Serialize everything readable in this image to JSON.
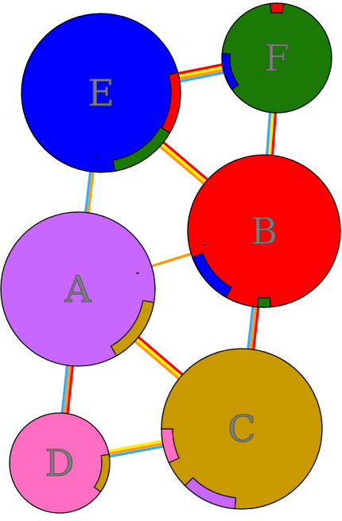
{
  "diagram": {
    "nodes": [
      {
        "id": "E",
        "label": "E",
        "color": "#0000ff"
      },
      {
        "id": "F",
        "label": "F",
        "color": "#1a7a05"
      },
      {
        "id": "B",
        "label": "B",
        "color": "#ff0000"
      },
      {
        "id": "A",
        "label": "A",
        "color": "#c867ff"
      },
      {
        "id": "C",
        "label": "C",
        "color": "#c99a00"
      },
      {
        "id": "D",
        "label": "D",
        "color": "#ff6ec0"
      }
    ],
    "edges": [
      {
        "from": "E",
        "to": "F",
        "colors": [
          "#ff0000",
          "#ffee00",
          "#ff9900",
          "#33aaff"
        ]
      },
      {
        "from": "E",
        "to": "B",
        "colors": [
          "#ff0000",
          "#ffee00",
          "#ff9900"
        ]
      },
      {
        "from": "F",
        "to": "B",
        "colors": [
          "#ff0000",
          "#ffee00",
          "#33aaff"
        ]
      },
      {
        "from": "E",
        "to": "A",
        "colors": [
          "#ff9900",
          "#33aaff"
        ]
      },
      {
        "from": "A",
        "to": "B",
        "colors": [
          "#ff9900"
        ]
      },
      {
        "from": "B",
        "to": "C",
        "colors": [
          "#ff0000",
          "#ff9900",
          "#33aaff"
        ]
      },
      {
        "from": "A",
        "to": "C",
        "colors": [
          "#ff0000",
          "#ffee00",
          "#ff9900"
        ]
      },
      {
        "from": "A",
        "to": "D",
        "colors": [
          "#ff0000",
          "#ff9900",
          "#33aaff"
        ]
      },
      {
        "from": "D",
        "to": "C",
        "colors": [
          "#ffee00",
          "#ff9900",
          "#33aaff"
        ]
      }
    ],
    "markers": [
      {
        "on": "E",
        "color": "#1a7a05"
      },
      {
        "on": "E",
        "color": "#ff0000"
      },
      {
        "on": "F",
        "color": "#0000ff"
      },
      {
        "on": "F",
        "color": "#ff0000"
      },
      {
        "on": "B",
        "color": "#0000ff"
      },
      {
        "on": "B",
        "color": "#1a7a05"
      },
      {
        "on": "A",
        "color": "#c99a00"
      },
      {
        "on": "C",
        "color": "#c867ff"
      },
      {
        "on": "C",
        "color": "#ff6ec0"
      },
      {
        "on": "D",
        "color": "#c99a00"
      }
    ]
  }
}
